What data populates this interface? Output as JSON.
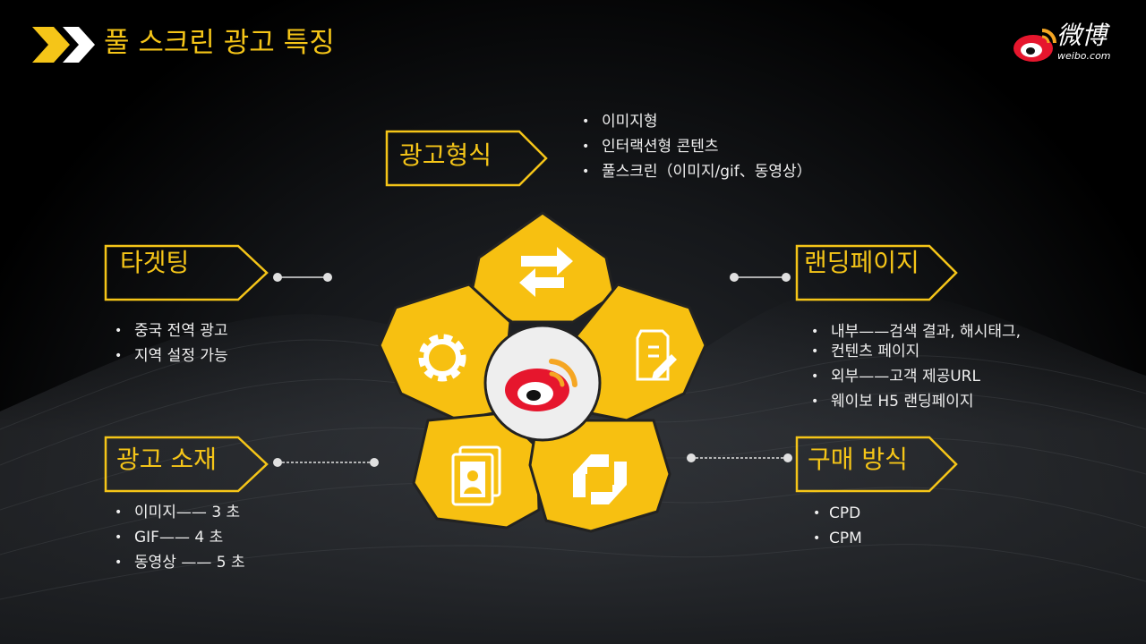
{
  "page": {
    "title": "풀 스크린 광고 특징"
  },
  "logo": {
    "cn_text": "微博",
    "url_text": "weibo.com"
  },
  "sections": {
    "ad_format": {
      "label": "광고형식",
      "items": [
        "이미지형",
        "인터랙션형 콘텐츠",
        "풀스크린（이미지/gif、동영상）"
      ]
    },
    "targeting": {
      "label": "타겟팅",
      "items": [
        "중국 전역 광고",
        "지역 설정 가능"
      ]
    },
    "landing": {
      "label": "랜딩페이지",
      "items": [
        "내부——검색 결과, 해시태그,",
        "컨텐츠 페이지",
        "외부——고객 제공URL",
        "웨이보 H5 랜딩페이지"
      ]
    },
    "material": {
      "label": "광고 소재",
      "items": [
        "이미지—— 3 초",
        "GIF—— 4 초",
        "동영상 —— 5 초"
      ]
    },
    "purchase": {
      "label": "구매 방식",
      "items": [
        "CPD",
        "CPM"
      ]
    }
  },
  "flower_icons": [
    "exchange-arrows-icon",
    "document-edit-icon",
    "refresh-cycle-icon",
    "image-frames-icon",
    "gear-icon",
    "weibo-logo-icon"
  ],
  "colors": {
    "accent": "#f5c518",
    "weibo_red": "#e6162d",
    "weibo_orange": "#f5a623"
  }
}
